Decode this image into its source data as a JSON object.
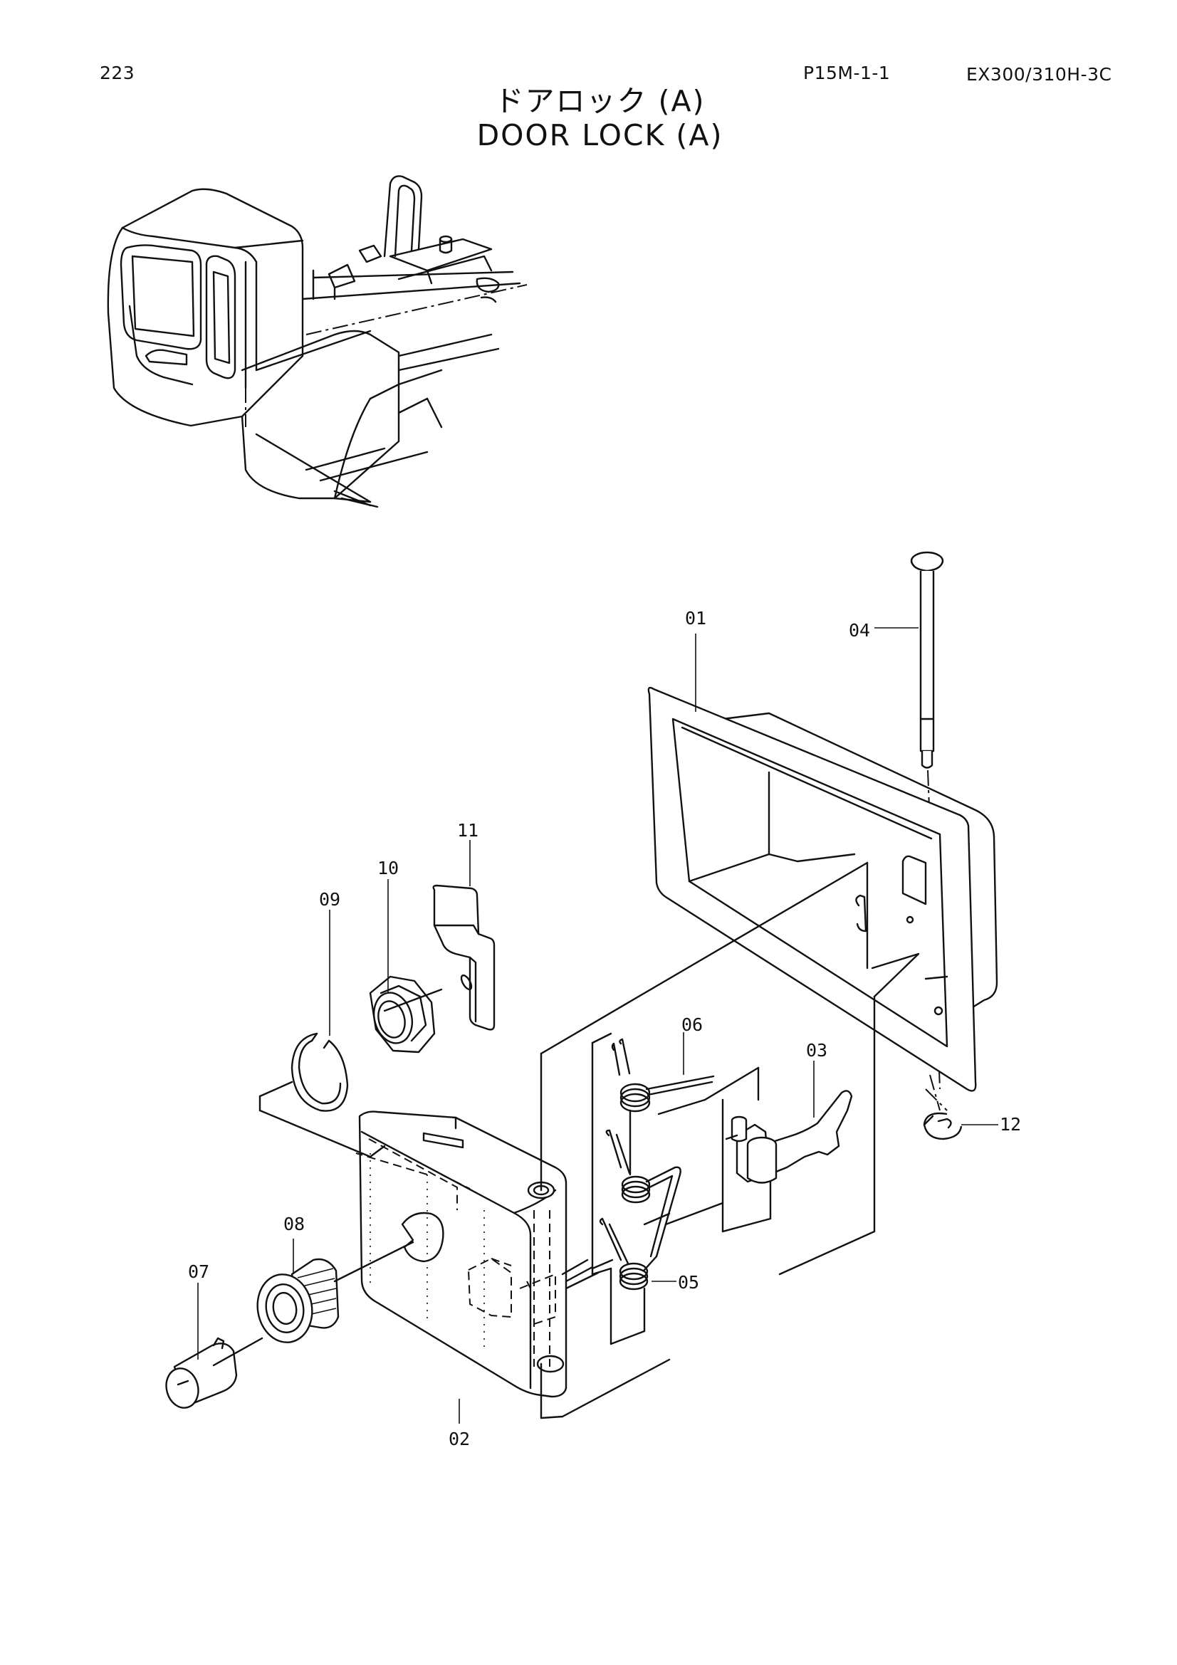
{
  "header": {
    "page_number": "223",
    "sheet_code": "P15M-1-1",
    "model": "EX300/310H-3C"
  },
  "title": {
    "japanese": "ドアロック (A)",
    "english": "DOOR LOCK (A)"
  },
  "callouts": {
    "c01": "01",
    "c02": "02",
    "c03": "03",
    "c04": "04",
    "c05": "05",
    "c06": "06",
    "c07": "07",
    "c08": "08",
    "c09": "09",
    "c10": "10",
    "c11": "11",
    "c12": "12"
  }
}
